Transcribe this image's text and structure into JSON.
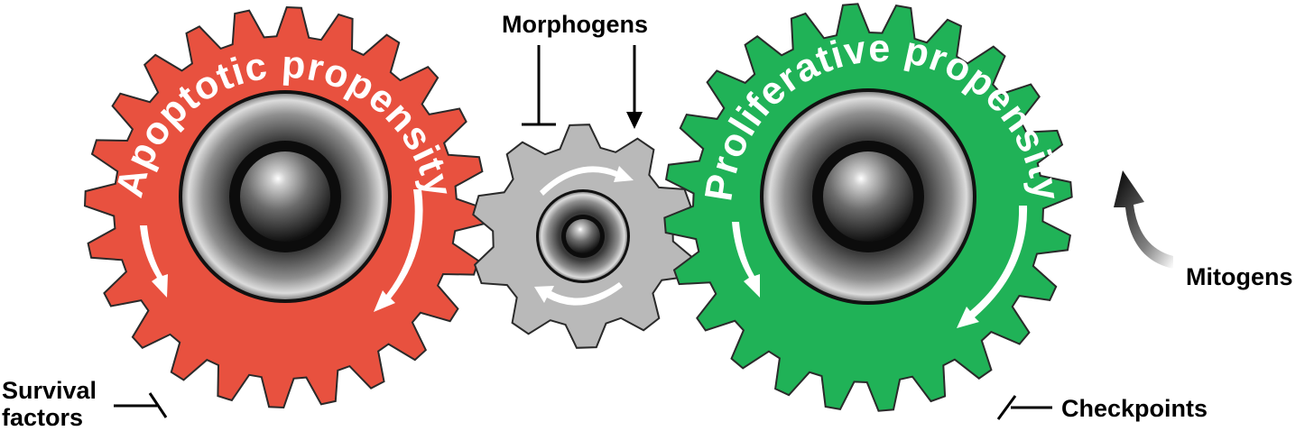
{
  "colors": {
    "apoptotic_gear": "#e8513f",
    "proliferative_gear": "#20b257",
    "middle_gear": "#b9b9b9",
    "outline": "#2a2a2a",
    "label": "#ffffff",
    "arrow": "#000000"
  },
  "gears": {
    "apoptotic": {
      "label": "Apoptotic propensity"
    },
    "proliferative": {
      "label": "Proliferative propensity"
    },
    "middle": {
      "label": ""
    }
  },
  "labels": {
    "morphogens": "Morphogens",
    "mitogens": "Mitogens",
    "survival_line1": "Survival",
    "survival_line2": "factors",
    "checkpoints": "Checkpoints"
  }
}
